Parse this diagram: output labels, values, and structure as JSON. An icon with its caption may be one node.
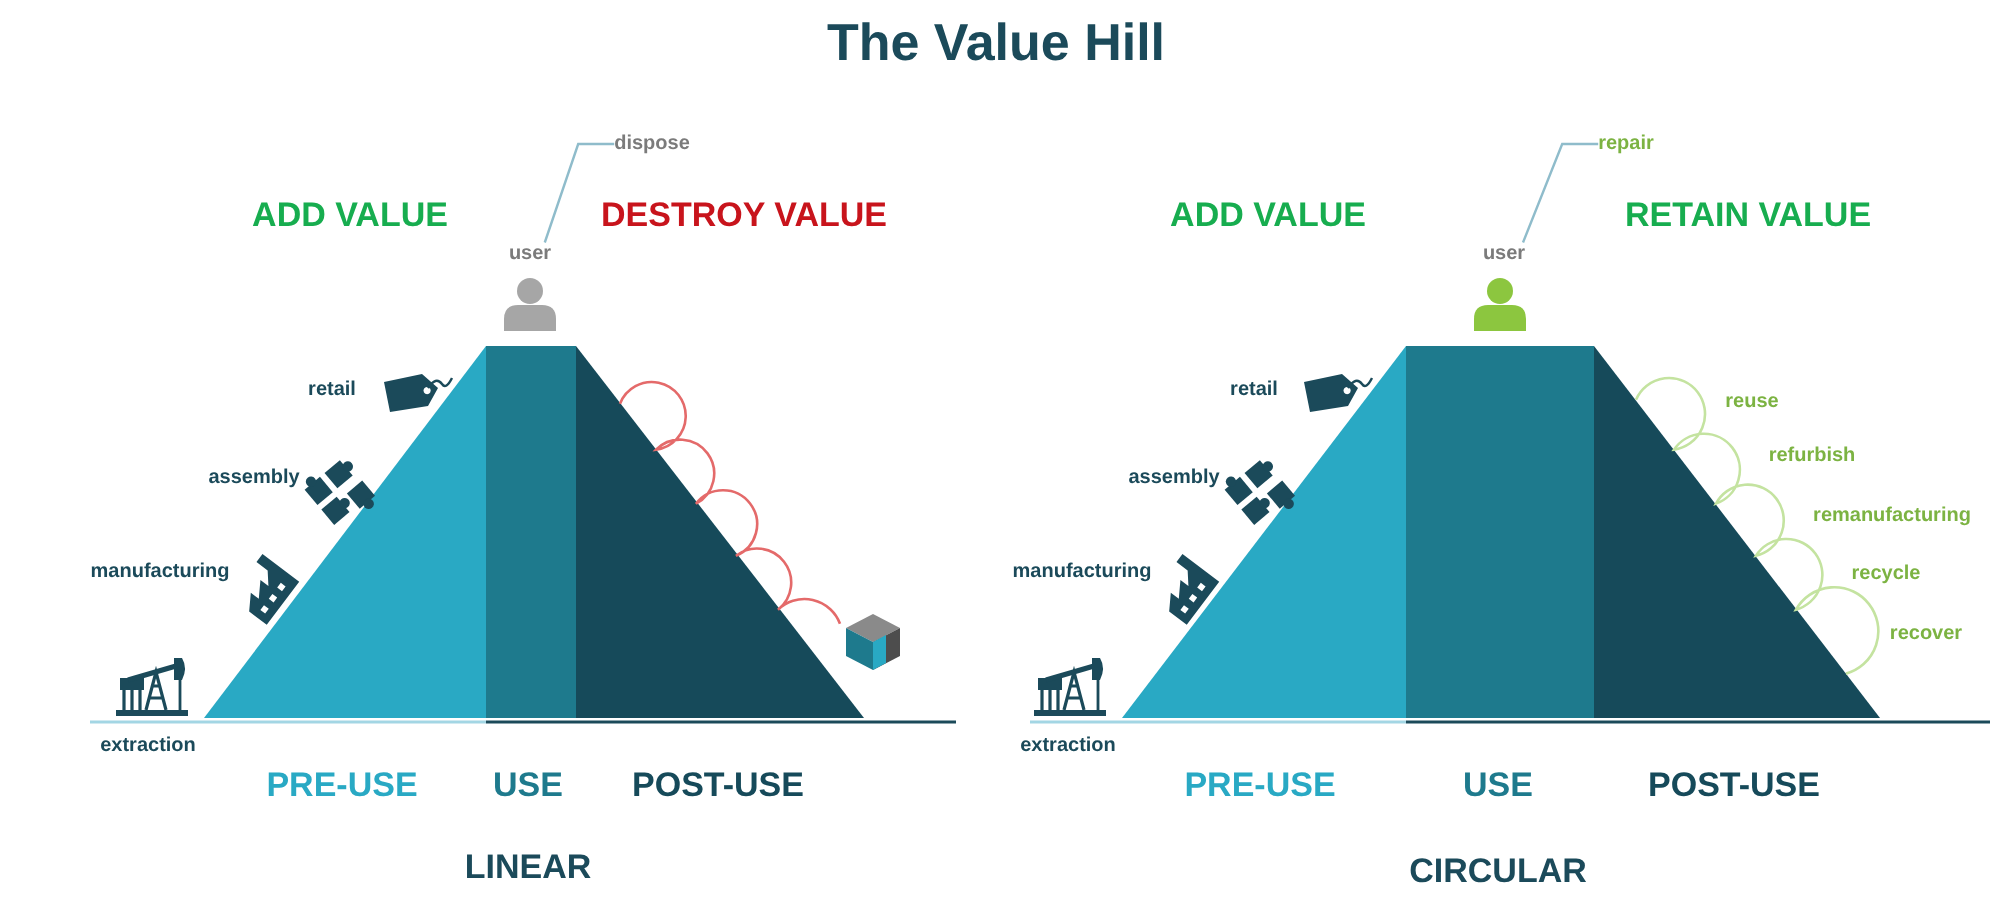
{
  "diagram": {
    "title": "The Value Hill",
    "nodes": [
      {
        "text": [
          "dispose"
        ]
      },
      {
        "text": [
          "user"
        ]
      },
      {
        "text": [
          "repair"
        ]
      },
      {
        "text": [
          "user"
        ]
      }
    ],
    "edges": [
      {
        "from": 0,
        "to": 1,
        "arrow": "none"
      },
      {
        "from": 2,
        "to": 3,
        "arrow": "none"
      }
    ],
    "labels": [
      "ADD VALUE",
      "DESTROY VALUE",
      "retail",
      "assembly",
      "manufacturing",
      "extraction",
      "PRE-USE",
      "USE",
      "POST-USE",
      "LINEAR",
      "ADD VALUE",
      "RETAIN VALUE",
      "retail",
      "assembly",
      "manufacturing",
      "extraction",
      "reuse",
      "refurbish",
      "remanufacturing",
      "recycle",
      "recover",
      "PRE-USE",
      "USE",
      "POST-USE",
      "CIRCULAR"
    ]
  }
}
